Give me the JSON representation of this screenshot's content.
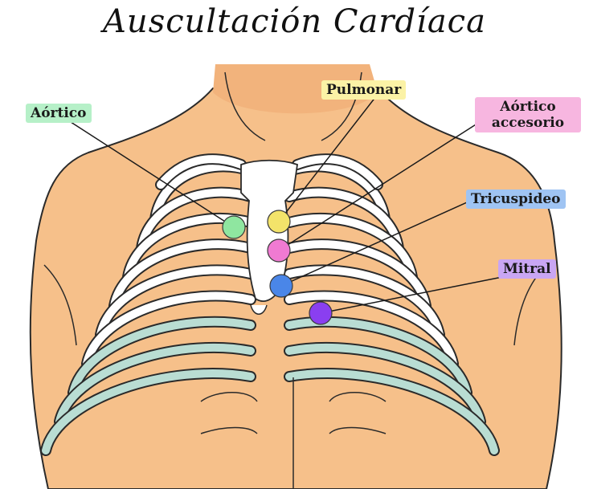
{
  "title": "Auscultación Cardíaca",
  "colors": {
    "skin": "#f6c08a",
    "skin_shade": "#eaa869",
    "bone": "#ffffff",
    "cartilage": "#b9ddd3",
    "outline": "#2a2a2a"
  },
  "points": [
    {
      "id": "aortico",
      "label": "Aórtico",
      "label_bg": "#b6f0c8",
      "dot_color": "#8fe6a0"
    },
    {
      "id": "pulmonar",
      "label": "Pulmonar",
      "label_bg": "#fbf2a6",
      "dot_color": "#f3e36a"
    },
    {
      "id": "aortico-accesorio",
      "label": "Aórtico accesorio",
      "label_bg": "#f7b6e0",
      "dot_color": "#f07ad2"
    },
    {
      "id": "tricuspideo",
      "label": "Tricuspideo",
      "label_bg": "#9fc4f3",
      "dot_color": "#4a86e8"
    },
    {
      "id": "mitral",
      "label": "Mitral",
      "label_bg": "#c9a6f3",
      "dot_color": "#8a3ff0"
    }
  ]
}
